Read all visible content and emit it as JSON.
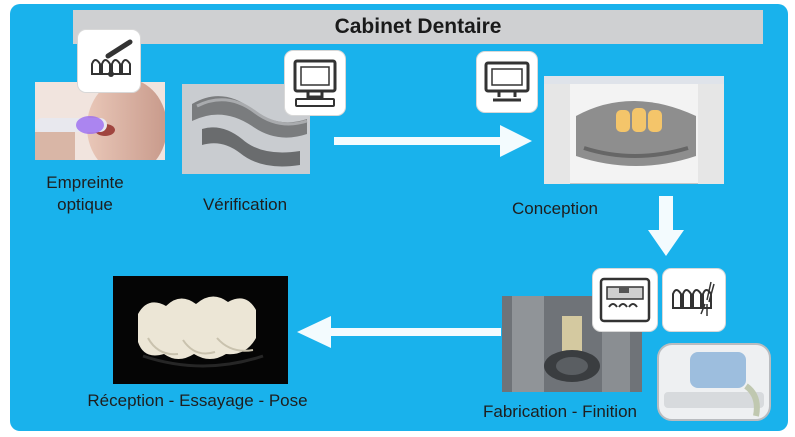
{
  "title": "Cabinet Dentaire",
  "steps": {
    "empreinte": "Empreinte\noptique",
    "verification": "Vérification",
    "conception": "Conception",
    "fabrication": "Fabrication - Finition",
    "reception": "Réception - Essayage - Pose"
  },
  "colors": {
    "background": "#19b2ec",
    "title_bar": "#cfd0d2",
    "arrow": "#ffffff"
  },
  "icons": [
    "scanner-teeth-icon",
    "computer-monitor-icon",
    "monitor-icon",
    "milling-machine-icon",
    "teeth-milling-icon"
  ]
}
